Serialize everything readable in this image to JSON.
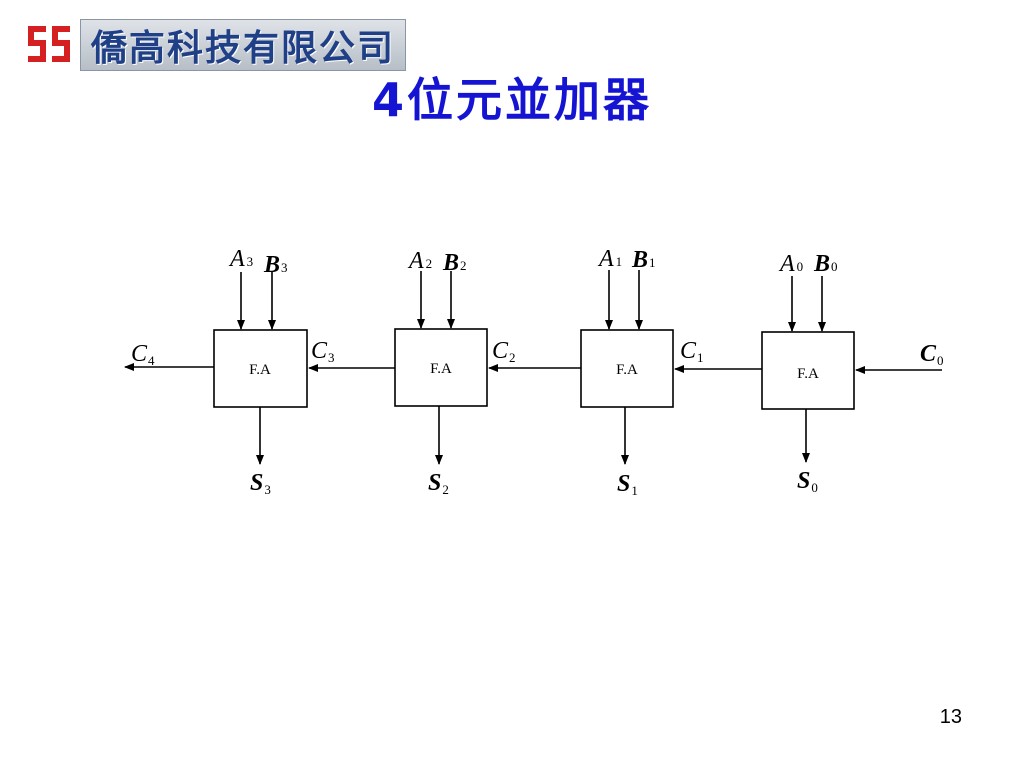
{
  "header": {
    "logo_text": "僑高科技有限公司",
    "brand_color": "#1f3f86",
    "logo_mark_color": "#d42020"
  },
  "title": "4位元並加器",
  "title_color": "#1414d2",
  "diagram": {
    "stages": [
      {
        "block": "F.A",
        "a": "A",
        "a_sub": "3",
        "b": "B",
        "b_sub": "3",
        "s": "S",
        "s_sub": "3",
        "carry_out": "C",
        "carry_out_sub": "4"
      },
      {
        "block": "F.A",
        "a": "A",
        "a_sub": "2",
        "b": "B",
        "b_sub": "2",
        "s": "S",
        "s_sub": "2",
        "carry_out": "C",
        "carry_out_sub": "3"
      },
      {
        "block": "F.A",
        "a": "A",
        "a_sub": "1",
        "b": "B",
        "b_sub": "1",
        "s": "S",
        "s_sub": "1",
        "carry_out": "C",
        "carry_out_sub": "2"
      },
      {
        "block": "F.A",
        "a": "A",
        "a_sub": "0",
        "b": "B",
        "b_sub": "0",
        "s": "S",
        "s_sub": "0",
        "carry_out": "C",
        "carry_out_sub": "1"
      }
    ],
    "carry_in": "C",
    "carry_in_sub": "0"
  },
  "page_number": "13"
}
